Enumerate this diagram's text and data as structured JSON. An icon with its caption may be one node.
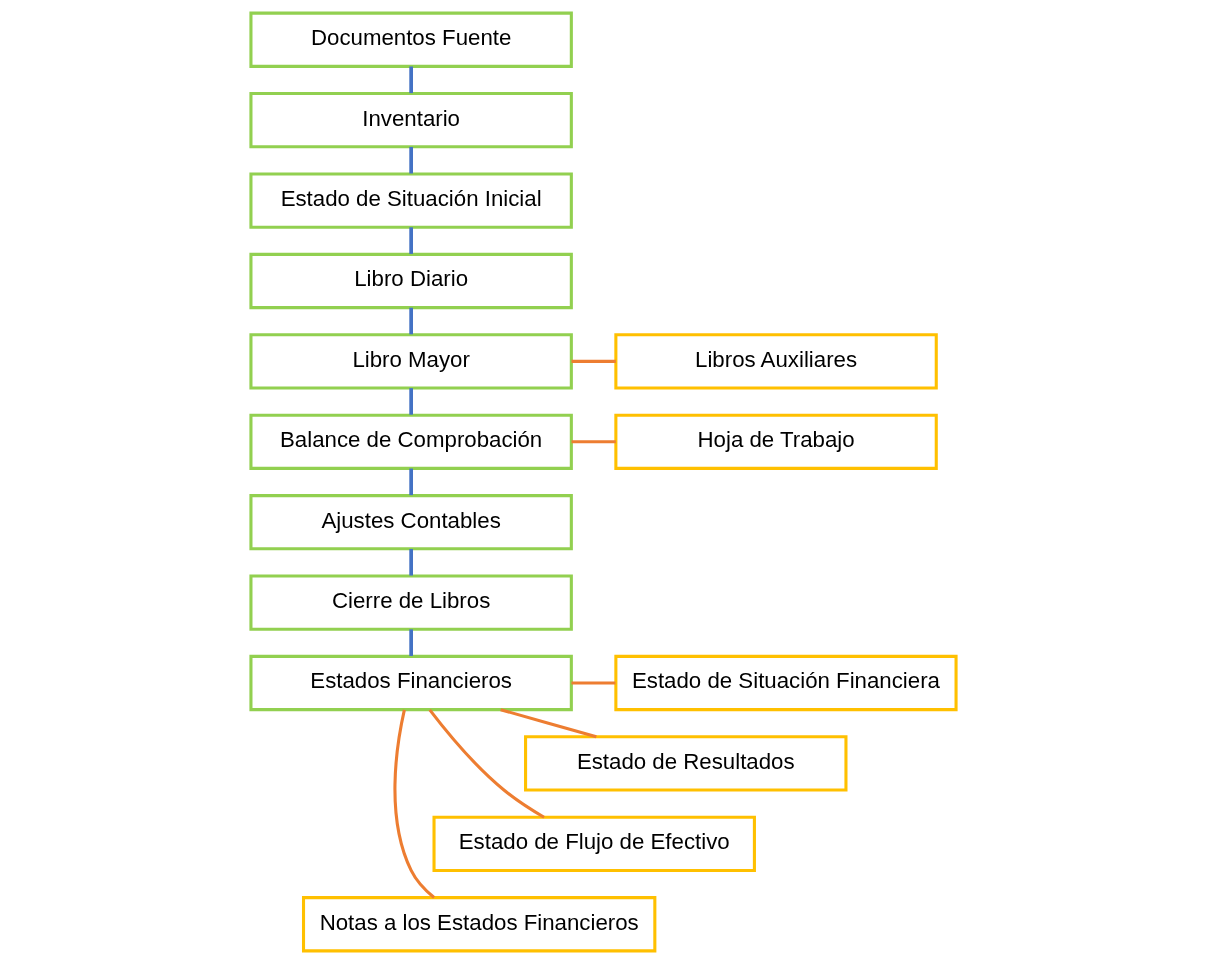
{
  "diagram": {
    "nodes": [
      {
        "text": [
          "Documentos Fuente"
        ]
      },
      {
        "text": [
          "Inventario"
        ]
      },
      {
        "text": [
          "Estado de Situación Inicial"
        ]
      },
      {
        "text": [
          "Libro Diario"
        ]
      },
      {
        "text": [
          "Libro Mayor"
        ]
      },
      {
        "text": [
          "Balance de Comprobación"
        ]
      },
      {
        "text": [
          "Ajustes Contables"
        ]
      },
      {
        "text": [
          "Cierre de Libros"
        ]
      },
      {
        "text": [
          "Estados Financieros"
        ]
      },
      {
        "text": [
          "Libros Auxiliares"
        ]
      },
      {
        "text": [
          "Hoja de Trabajo"
        ]
      },
      {
        "text": [
          "Estado de Situación Financiera"
        ]
      },
      {
        "text": [
          "Estado de Resultados"
        ]
      },
      {
        "text": [
          "Estado de Flujo de Efectivo"
        ]
      },
      {
        "text": [
          "Notas a los Estados Financieros"
        ]
      }
    ],
    "edges": [
      {
        "from": 0,
        "to": 1,
        "arrow": "none"
      },
      {
        "from": 1,
        "to": 2,
        "arrow": "none"
      },
      {
        "from": 2,
        "to": 3,
        "arrow": "none"
      },
      {
        "from": 3,
        "to": 4,
        "arrow": "none"
      },
      {
        "from": 4,
        "to": 5,
        "arrow": "none"
      },
      {
        "from": 5,
        "to": 6,
        "arrow": "none"
      },
      {
        "from": 6,
        "to": 7,
        "arrow": "none"
      },
      {
        "from": 7,
        "to": 8,
        "arrow": "none"
      },
      {
        "from": 4,
        "to": 9,
        "arrow": "none",
        "color": "#ed7d31"
      },
      {
        "from": 5,
        "to": 10,
        "arrow": "none",
        "color": "#ed7d31"
      },
      {
        "from": 8,
        "to": 11,
        "arrow": "none",
        "color": "#ed7d31"
      },
      {
        "from": 8,
        "to": 12,
        "arrow": "none",
        "color": "#ed7d31"
      },
      {
        "from": 8,
        "to": 13,
        "arrow": "none",
        "color": "#ed7d31"
      },
      {
        "from": 8,
        "to": 14,
        "arrow": "none",
        "color": "#ed7d31"
      }
    ]
  }
}
